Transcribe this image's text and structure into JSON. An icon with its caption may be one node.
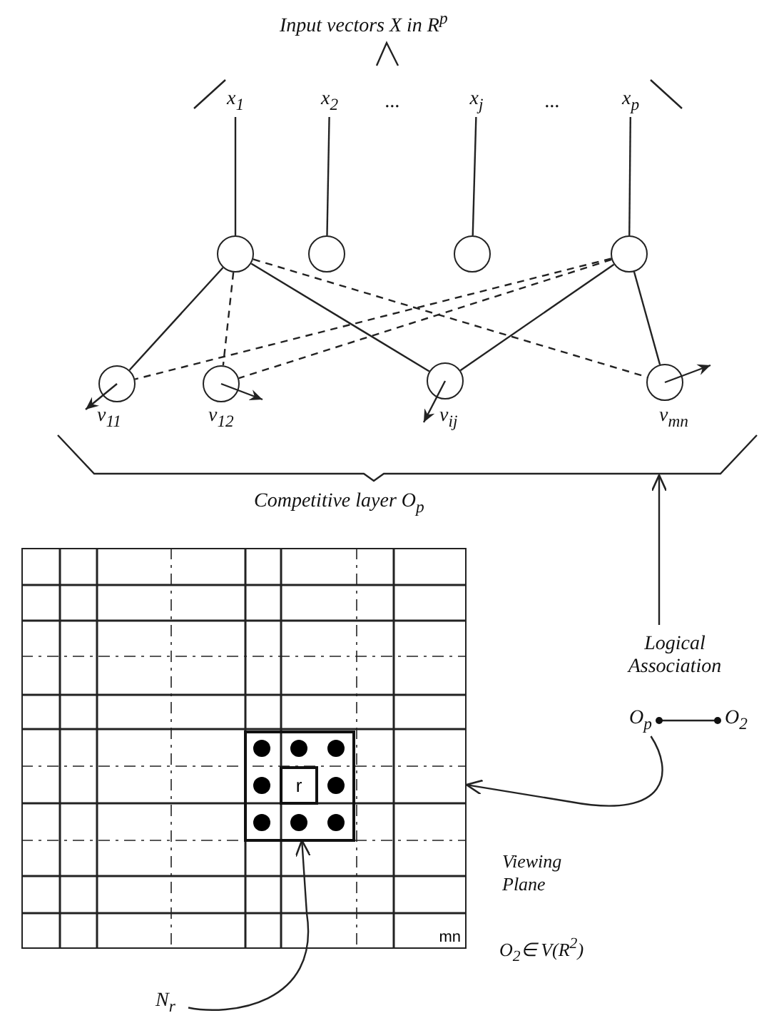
{
  "diagram": {
    "nodes": [
      {
        "text": [
          "x$_{1}$"
        ]
      },
      {
        "text": [
          "x$_{2}$"
        ]
      },
      {
        "text": [
          "x$_{j}$"
        ]
      },
      {
        "text": [
          "x$_{p}$"
        ]
      },
      {
        "text": [],
        "shape": "circle"
      },
      {
        "text": [],
        "shape": "circle"
      },
      {
        "text": [],
        "shape": "circle"
      },
      {
        "text": [],
        "shape": "circle"
      },
      {
        "text": [],
        "shape": "circle",
        "beside": [
          "v$_{11}$"
        ]
      },
      {
        "text": [],
        "shape": "circle",
        "beside": [
          "v$_{12}$"
        ]
      },
      {
        "text": [],
        "shape": "circle",
        "beside": [
          "v$_{ij}$"
        ]
      },
      {
        "text": [],
        "shape": "circle",
        "beside": [
          "v$_{mn}$"
        ]
      },
      {
        "text": [
          "mn"
        ],
        "beside": [
          "Viewing Plane",
          "O$_{2}$∈ V(R$^{2}$)"
        ]
      },
      {
        "text": [
          "r"
        ],
        "in": 12
      },
      {
        "text": [
          "N$_{r}$"
        ]
      },
      {
        "text": [
          "Logical Association"
        ]
      },
      {
        "text": [
          "O$_{p}$"
        ]
      },
      {
        "text": [
          "O$_{2}$"
        ]
      },
      {
        "text": [
          "Competitive layer O$_{p}$"
        ]
      }
    ],
    "edges": [
      {
        "from": 0,
        "to": 4,
        "arrow": "none"
      },
      {
        "from": 1,
        "to": 5,
        "arrow": "none"
      },
      {
        "from": 2,
        "to": 6,
        "arrow": "none"
      },
      {
        "from": 3,
        "to": 7,
        "arrow": "none"
      },
      {
        "from": 4,
        "to": 8,
        "arrow": "none"
      },
      {
        "from": 4,
        "to": 9,
        "arrow": "none",
        "style": "dashed"
      },
      {
        "from": 4,
        "to": 10,
        "arrow": "none"
      },
      {
        "from": 4,
        "to": 11,
        "arrow": "none",
        "style": "dashed"
      },
      {
        "from": 7,
        "to": 8,
        "arrow": "none",
        "style": "dashed"
      },
      {
        "from": 7,
        "to": 9,
        "arrow": "none",
        "style": "dashed"
      },
      {
        "from": 7,
        "to": 10,
        "arrow": "none"
      },
      {
        "from": 7,
        "to": 11,
        "arrow": "none"
      },
      {
        "from": 15,
        "to": 18,
        "arrow": "to"
      },
      {
        "from": 16,
        "to": 12,
        "arrow": "to"
      },
      {
        "from": 16,
        "to": 17,
        "arrow": "other"
      },
      {
        "from": 14,
        "to": 13,
        "arrow": "to"
      }
    ],
    "labels": [
      "Input vectors X in R$^{p}$",
      "...",
      "..."
    ]
  }
}
